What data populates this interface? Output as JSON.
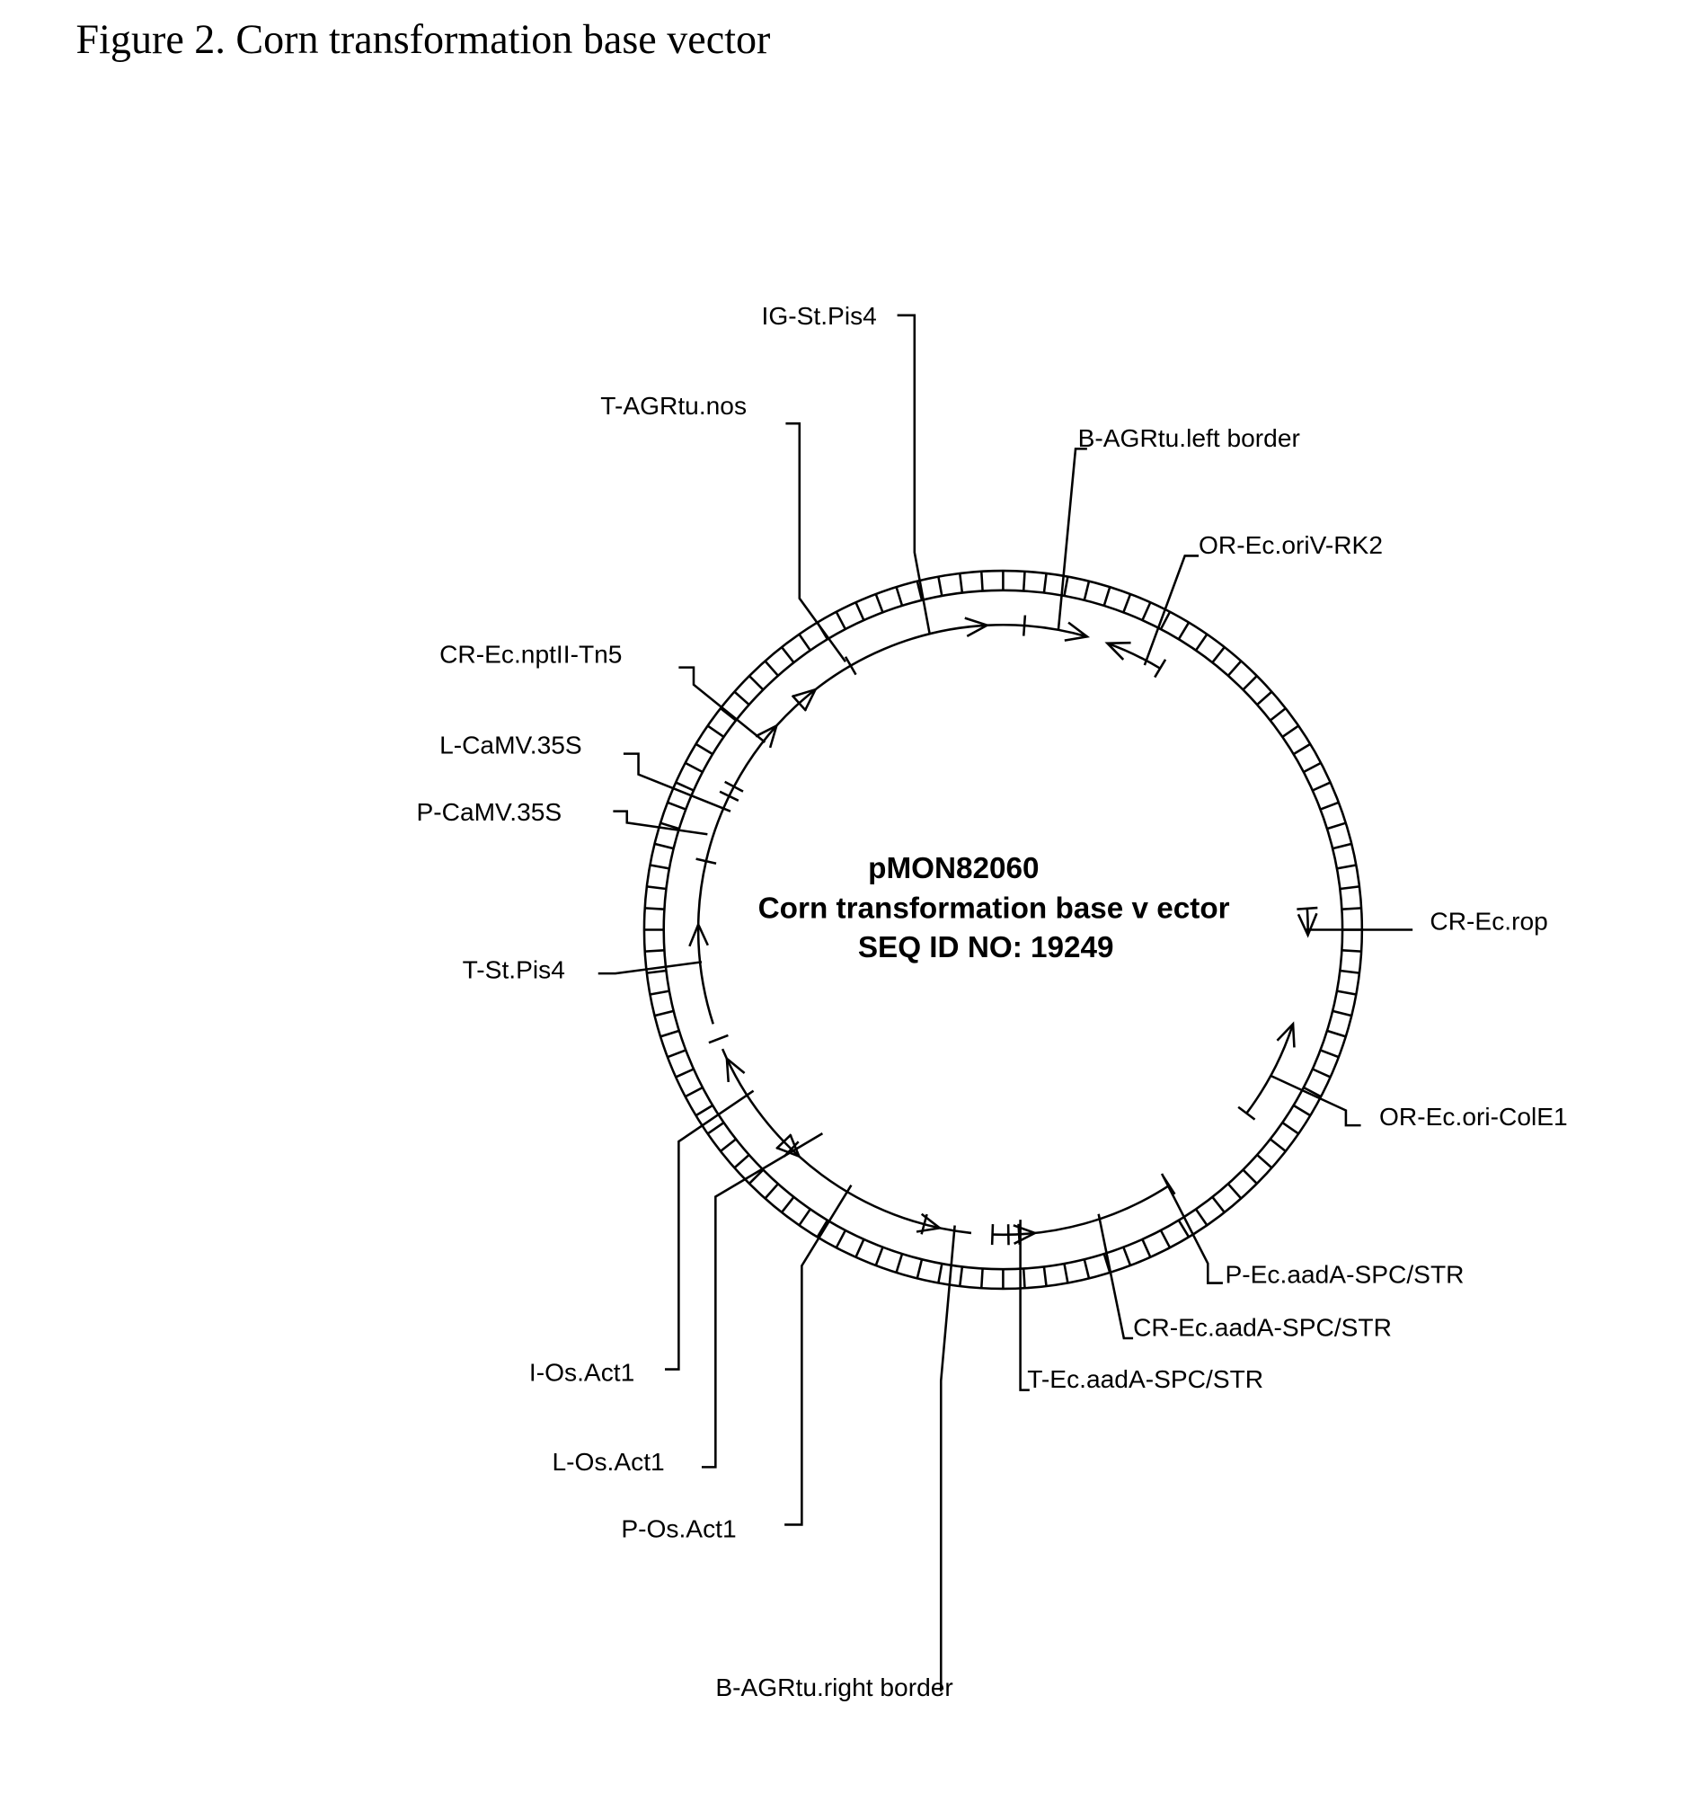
{
  "figure_title": "Figure 2. Corn transformation base vector",
  "plasmid": {
    "name": "pMON82060",
    "description": "Corn transformation base v ector",
    "seq_id": "SEQ ID NO: 19249"
  },
  "features": {
    "ig_st_pis4": "IG-St.Pis4",
    "t_agrtu_nos": "T-AGRtu.nos",
    "b_agrtu_left_border": "B-AGRtu.left border",
    "or_ec_oriv_rk2": "OR-Ec.oriV-RK2",
    "cr_ec_nptii_tn5": "CR-Ec.nptII-Tn5",
    "l_camv_35s": "L-CaMV.35S",
    "p_camv_35s": "P-CaMV.35S",
    "t_st_pis4": "T-St.Pis4",
    "cr_ec_rop": "CR-Ec.rop",
    "or_ec_ori_cole1": "OR-Ec.ori-ColE1",
    "p_ec_aada": "P-Ec.aadA-SPC/STR",
    "cr_ec_aada": "CR-Ec.aadA-SPC/STR",
    "t_ec_aada": "T-Ec.aadA-SPC/STR",
    "i_os_act1": "I-Os.Act1",
    "l_os_act1": "L-Os.Act1",
    "p_os_act1": "P-Os.Act1",
    "b_agrtu_right_border": "B-AGRtu.right border"
  }
}
